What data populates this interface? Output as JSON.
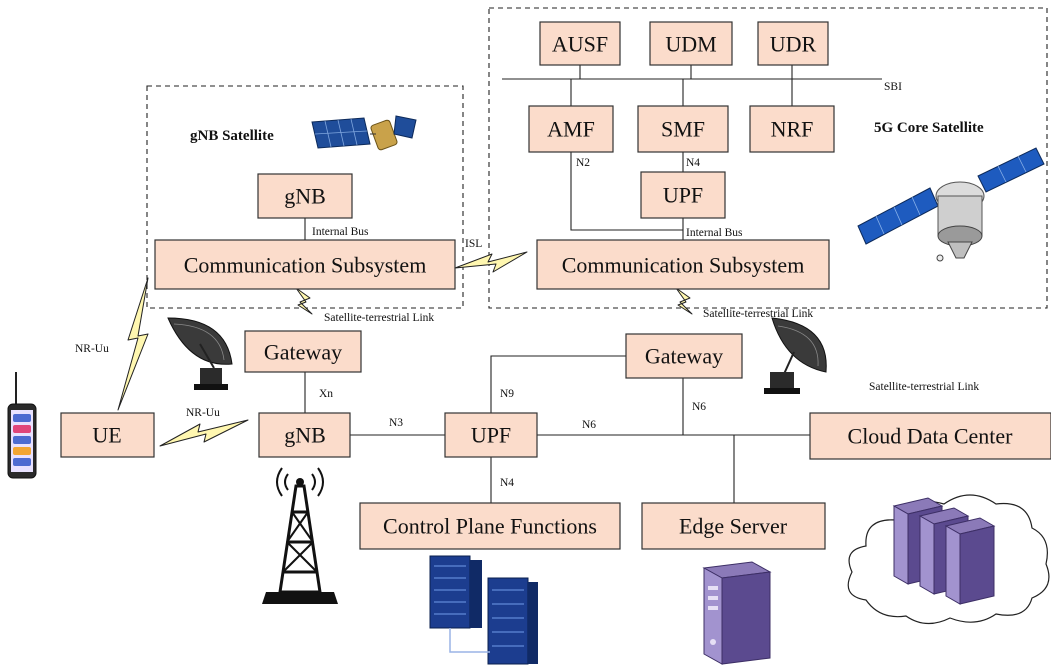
{
  "core": {
    "ausf": "AUSF",
    "udm": "UDM",
    "udr": "UDR",
    "amf": "AMF",
    "smf": "SMF",
    "nrf": "NRF",
    "upf": "UPF",
    "comm": "Communication Subsystem",
    "sbi": "SBI",
    "n2": "N2",
    "n4": "N4",
    "internal_bus": "Internal Bus",
    "title": "5G Core Satellite"
  },
  "gnb_sat": {
    "title": "gNB Satellite",
    "gnb": "gNB",
    "internal_bus": "Internal Bus",
    "comm": "Communication Subsystem"
  },
  "links": {
    "isl": "ISL",
    "stl_left": "Satellite-terrestrial Link",
    "stl_right": "Satellite-terrestrial Link",
    "stl_far": "Satellite-terrestrial Link",
    "nr_uu_up": "NR-Uu",
    "nr_uu_ue": "NR-Uu",
    "xn": "Xn",
    "n3": "N3",
    "n9": "N9",
    "n6a": "N6",
    "n6b": "N6",
    "n4": "N4"
  },
  "ground": {
    "gateway_left": "Gateway",
    "gateway_right": "Gateway",
    "ue": "UE",
    "gnb": "gNB",
    "upf": "UPF",
    "cpf": "Control Plane Functions",
    "edge": "Edge Server",
    "cloud": "Cloud Data Center"
  },
  "icons": [
    "satellite-icon",
    "satellite-icon",
    "dish-antenna-icon",
    "dish-antenna-icon",
    "phone-icon",
    "cell-tower-icon",
    "server-rack-icon",
    "server-icon",
    "cloud-servers-icon"
  ],
  "colors": {
    "box_fill": "#fbdccb",
    "bolt_fill": "#fff7b0"
  }
}
